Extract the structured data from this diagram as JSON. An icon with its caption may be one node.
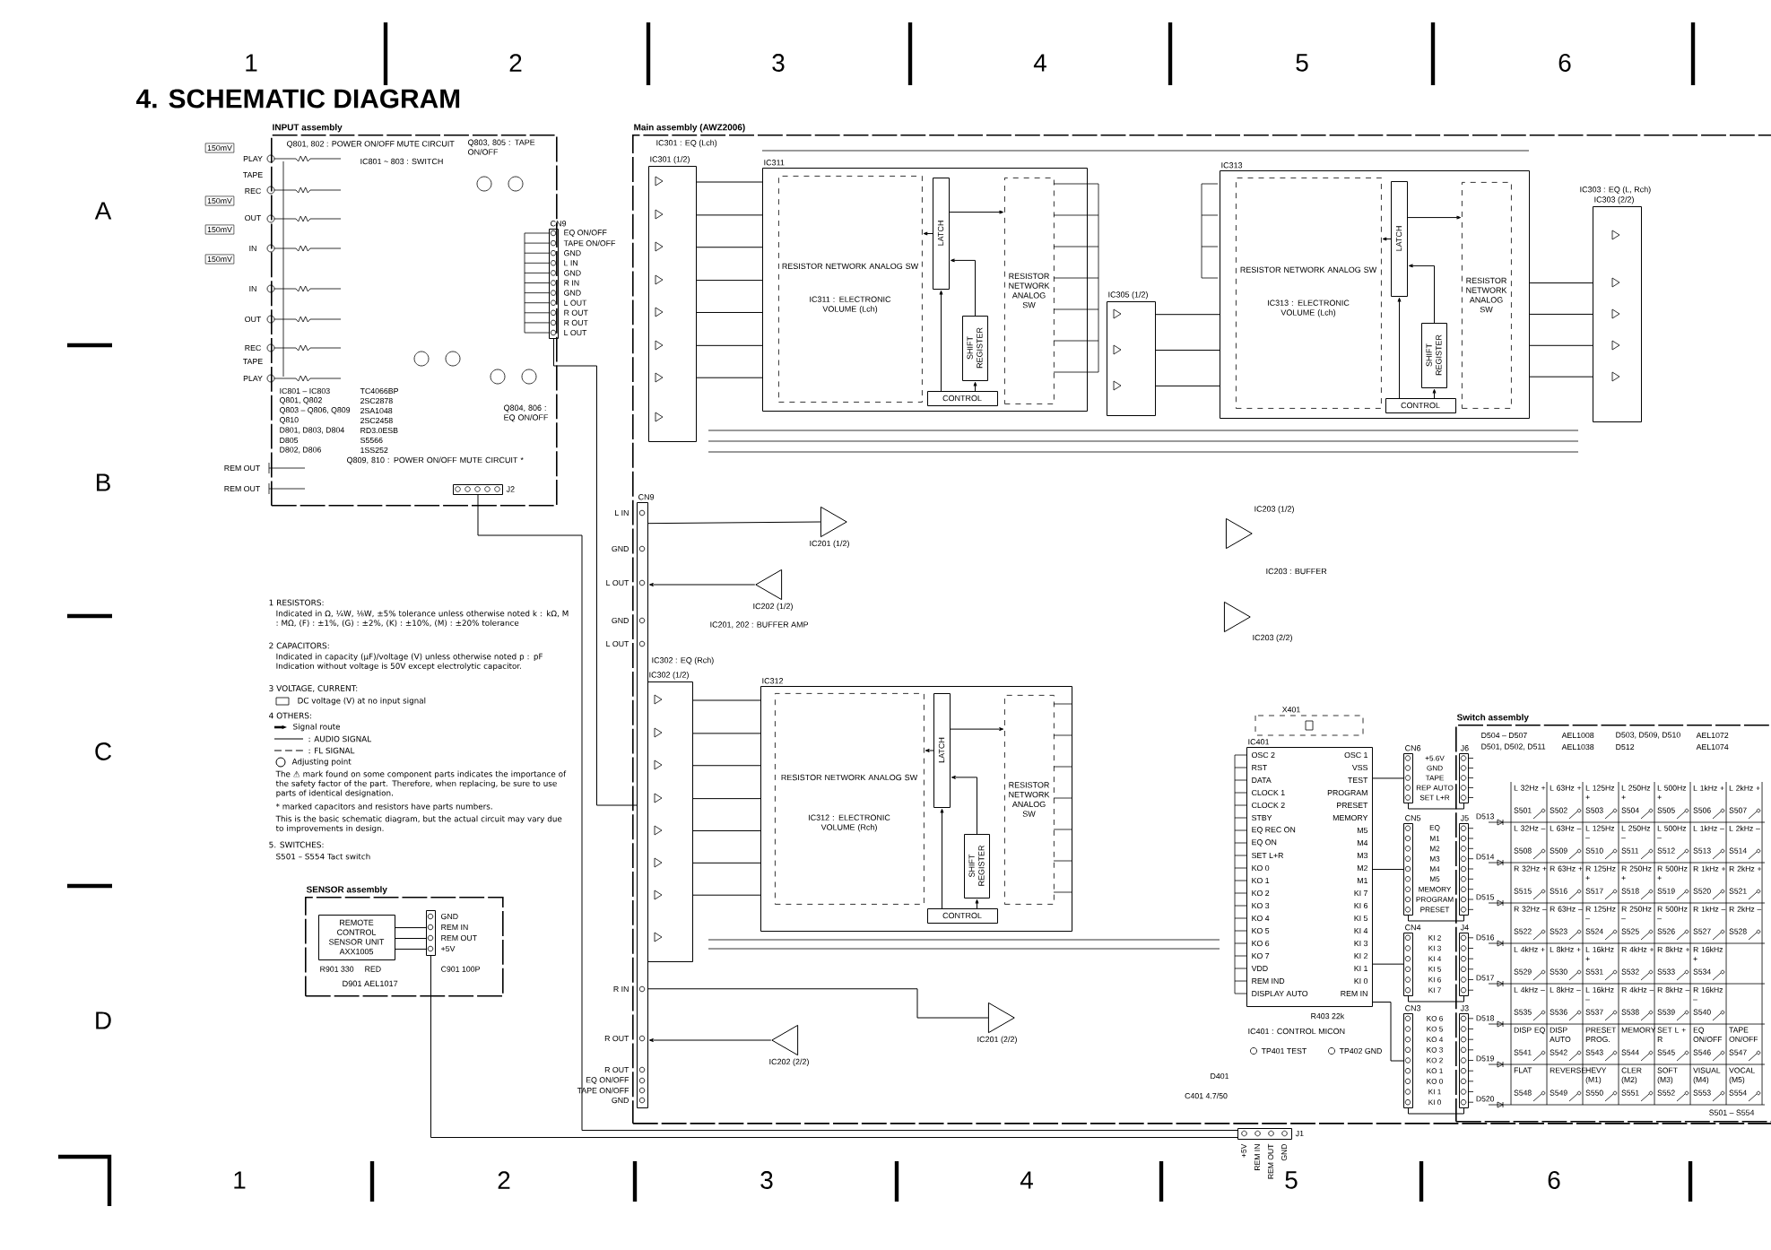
{
  "diagram": {
    "title": "4. SCHEMATIC DIAGRAM",
    "nodes": [
      {
        "text": [
          "INPUT assembly"
        ]
      },
      {
        "text": [
          "CN9"
        ],
        "in": 0
      },
      {
        "text": [
          "J2"
        ],
        "in": 0
      },
      {
        "text": [
          "Main assembly (AWZ2006)"
        ]
      },
      {
        "text": [
          "IC301 (1/2)"
        ],
        "in": 3
      },
      {
        "text": [
          "IC311"
        ],
        "in": 3
      },
      {
        "text": [
          "RESISTOR NETWORK ANALOG SW"
        ],
        "in": 5
      },
      {
        "text": [
          "LATCH"
        ],
        "in": 5
      },
      {
        "text": [
          "SHIFT REGISTER"
        ],
        "in": 5
      },
      {
        "text": [
          "CONTROL"
        ],
        "in": 5
      },
      {
        "text": [
          "RESISTOR NETWORK ANALOG SW"
        ],
        "in": 5
      },
      {
        "text": [
          "IC305 (1/2)"
        ],
        "in": 3
      },
      {
        "text": [
          "IC313"
        ],
        "in": 3
      },
      {
        "text": [
          "RESISTOR NETWORK ANALOG SW"
        ],
        "in": 12
      },
      {
        "text": [
          "LATCH"
        ],
        "in": 12
      },
      {
        "text": [
          "SHIFT REGISTER"
        ],
        "in": 12
      },
      {
        "text": [
          "CONTROL"
        ],
        "in": 12
      },
      {
        "text": [
          "RESISTOR NETWORK ANALOG SW"
        ],
        "in": 12
      },
      {
        "text": [
          "IC303 (2/2)"
        ],
        "in": 3
      },
      {
        "text": [
          "IC302 (1/2)"
        ],
        "in": 3
      },
      {
        "text": [
          "IC312"
        ],
        "in": 3
      },
      {
        "text": [
          "RESISTOR NETWORK ANALOG SW"
        ],
        "in": 20
      },
      {
        "text": [
          "LATCH"
        ],
        "in": 20
      },
      {
        "text": [
          "SHIFT REGISTER"
        ],
        "in": 20
      },
      {
        "text": [
          "CONTROL"
        ],
        "in": 20
      },
      {
        "text": [
          "RESISTOR NETWORK ANALOG SW"
        ],
        "in": 20
      },
      {
        "text": [
          "CN9"
        ],
        "in": 3
      },
      {
        "text": [],
        "shape": "triangle",
        "beside": [
          "IC201 (1/2)"
        ],
        "in": 3
      },
      {
        "text": [],
        "shape": "triangle",
        "beside": [
          "IC202 (1/2)"
        ],
        "in": 3
      },
      {
        "text": [],
        "shape": "triangle",
        "beside": [
          "IC203 (1/2)"
        ],
        "in": 3
      },
      {
        "text": [],
        "shape": "triangle",
        "beside": [
          "IC203 (2/2)"
        ],
        "in": 3
      },
      {
        "text": [],
        "shape": "triangle",
        "beside": [
          "IC201 (2/2)"
        ],
        "in": 3
      },
      {
        "text": [],
        "shape": "triangle",
        "beside": [
          "IC202 (2/2)"
        ],
        "in": 3
      },
      {
        "text": [
          "IC401"
        ],
        "in": 3
      },
      {
        "text": [
          "J1"
        ]
      },
      {
        "text": [
          "SENSOR assembly"
        ]
      },
      {
        "text": [
          "REMOTE CONTROL SENSOR UNIT AXX1005"
        ],
        "in": 35
      },
      {
        "text": [],
        "shape": "box",
        "in": 35
      },
      {
        "text": [
          "Switch assembly"
        ],
        "in": 3
      },
      {
        "text": [
          "CN6"
        ],
        "in": 3
      },
      {
        "text": [
          "J6"
        ],
        "in": 38
      },
      {
        "text": [
          "CN5"
        ],
        "in": 3
      },
      {
        "text": [
          "J5"
        ],
        "in": 38
      },
      {
        "text": [
          "CN4"
        ],
        "in": 3
      },
      {
        "text": [
          "J4"
        ],
        "in": 38
      },
      {
        "text": [
          "CN3"
        ],
        "in": 3
      },
      {
        "text": [
          "J3"
        ],
        "in": 38
      }
    ],
    "edges": [
      {
        "from": 9,
        "to": 7,
        "arrow": "to"
      },
      {
        "from": 9,
        "to": 8,
        "arrow": "to"
      },
      {
        "from": 8,
        "to": 7,
        "arrow": "to"
      },
      {
        "from": 7,
        "to": 6,
        "arrow": "to"
      },
      {
        "from": 7,
        "to": 10,
        "arrow": "to"
      },
      {
        "from": 16,
        "to": 14,
        "arrow": "to"
      },
      {
        "from": 16,
        "to": 15,
        "arrow": "to"
      },
      {
        "from": 15,
        "to": 14,
        "arrow": "to"
      },
      {
        "from": 14,
        "to": 13,
        "arrow": "to"
      },
      {
        "from": 14,
        "to": 17,
        "arrow": "to"
      },
      {
        "from": 24,
        "to": 22,
        "arrow": "to"
      },
      {
        "from": 24,
        "to": 23,
        "arrow": "to"
      },
      {
        "from": 23,
        "to": 22,
        "arrow": "to"
      },
      {
        "from": 22,
        "to": 21,
        "arrow": "to"
      },
      {
        "from": 22,
        "to": 25,
        "arrow": "to"
      },
      {
        "from": 1,
        "to": 26,
        "arrow": "none"
      },
      {
        "from": 37,
        "to": 34,
        "arrow": "none"
      },
      {
        "from": 2,
        "to": 34,
        "arrow": "none"
      },
      {
        "from": 39,
        "to": 40,
        "arrow": "none"
      },
      {
        "from": 41,
        "to": 42,
        "arrow": "none"
      },
      {
        "from": 43,
        "to": 44,
        "arrow": "none"
      },
      {
        "from": 45,
        "to": 46,
        "arrow": "none"
      },
      {
        "from": 33,
        "to": 45,
        "arrow": "none"
      },
      {
        "from": 33,
        "to": 43,
        "arrow": "none"
      },
      {
        "from": 33,
        "to": 41,
        "arrow": "none"
      },
      {
        "from": 33,
        "to": 39,
        "arrow": "none"
      },
      {
        "from": 26,
        "to": 27,
        "arrow": "none"
      },
      {
        "from": 28,
        "to": 26,
        "arrow": "to"
      },
      {
        "from": 26,
        "to": 31,
        "arrow": "none"
      },
      {
        "from": 32,
        "to": 26,
        "arrow": "to"
      },
      {
        "from": 4,
        "to": 5,
        "arrow": "none"
      },
      {
        "from": 4,
        "to": 5,
        "arrow": "none"
      },
      {
        "from": 4,
        "to": 5,
        "arrow": "none"
      },
      {
        "from": 4,
        "to": 5,
        "arrow": "none"
      },
      {
        "from": 4,
        "to": 5,
        "arrow": "none"
      },
      {
        "from": 4,
        "to": 5,
        "arrow": "none"
      },
      {
        "from": 4,
        "to": 5,
        "arrow": "none"
      },
      {
        "from": 19,
        "to": 20,
        "arrow": "none"
      },
      {
        "from": 19,
        "to": 20,
        "arrow": "none"
      },
      {
        "from": 19,
        "to": 20,
        "arrow": "none"
      },
      {
        "from": 19,
        "to": 20,
        "arrow": "none"
      },
      {
        "from": 19,
        "to": 20,
        "arrow": "none"
      },
      {
        "from": 19,
        "to": 20,
        "arrow": "none"
      },
      {
        "from": 19,
        "to": 20,
        "arrow": "none"
      },
      {
        "from": 11,
        "to": 12,
        "arrow": "none"
      },
      {
        "from": 11,
        "to": 12,
        "arrow": "none"
      },
      {
        "from": 11,
        "to": 12,
        "arrow": "none"
      },
      {
        "from": 12,
        "to": 18,
        "arrow": "none"
      },
      {
        "from": 12,
        "to": 18,
        "arrow": "none"
      },
      {
        "from": 12,
        "to": 18,
        "arrow": "none"
      },
      {
        "from": 12,
        "to": 18,
        "arrow": "none"
      },
      {
        "from": 36,
        "to": 37,
        "arrow": "none"
      },
      {
        "from": 36,
        "to": 37,
        "arrow": "none"
      },
      {
        "from": 36,
        "to": 37,
        "arrow": "none"
      }
    ],
    "labels": [
      "1",
      "2",
      "3",
      "4",
      "5",
      "6",
      "1",
      "2",
      "3",
      "4",
      "5",
      "6",
      "A",
      "B",
      "C",
      "D",
      "150mV",
      "PLAY",
      "TAPE",
      "REC",
      "150mV",
      "OUT",
      "150mV",
      "IN",
      "150mV",
      "IN",
      "OUT",
      "REC",
      "TAPE",
      "PLAY",
      "REM OUT",
      "REM OUT",
      "Q801, 802 : POWER ON/OFF MUTE CIRCUIT",
      "Q803, 805 : TAPE ON/OFF",
      "IC801 ~ 803 : SWITCH",
      "Q804, 806 : EQ ON/OFF",
      "Q809, 810 : POWER ON/OFF MUTE CIRCUIT *",
      "IC801 – IC803",
      "TC4066BP",
      "Q801, Q802",
      "2SC2878",
      "Q803 – Q806, Q809",
      "2SA1048",
      "Q810",
      "2SC2458",
      "D801, D803, D804",
      "RD3.0ESB",
      "D805",
      "S5566",
      "D802, D806",
      "1SS252",
      "EQ ON/OFF",
      "TAPE ON/OFF",
      "GND",
      "L IN",
      "GND",
      "R IN",
      "GND",
      "L OUT",
      "R OUT",
      "R OUT",
      "L OUT",
      "1 RESISTORS:",
      "Indicated in Ω, ¼W, ⅛W, ±5% tolerance unless otherwise noted k : kΩ, M : MΩ, (F) : ±1%, (G) : ±2%, (K) : ±10%, (M) : ±20% tolerance",
      "2 CAPACITORS:",
      "Indicated in capacity (μF)/voltage (V) unless otherwise noted p : pF Indication without voltage is 50V except electrolytic capacitor.",
      "3 VOLTAGE, CURRENT:",
      "4 OTHERS:",
      "The ⚠ mark found on some component parts indicates the importance of the safety factor of the part. Therefore, when replacing, be sure to use parts of identical designation.",
      "* marked capacitors and resistors have parts numbers.",
      "This is the basic schematic diagram, but the actual circuit may vary due to improvements in design.",
      "5. SWITCHES:",
      "S501 – S554 Tact switch",
      "IC301 : EQ (Lch)",
      "IC311 : ELECTRONIC VOLUME (Lch)",
      "IC201, 202 : BUFFER AMP",
      "IC313 : ELECTRONIC VOLUME (Lch)",
      "IC303 : EQ (L, Rch)",
      "IC203 : BUFFER",
      "IC302 : EQ (Rch)",
      "IC312 : ELECTRONIC VOLUME (Rch)",
      "IC401 : CONTROL MICON",
      "L IN",
      "GND",
      "L OUT",
      "GND",
      "L OUT",
      "R IN",
      "R OUT",
      "R OUT",
      "EQ ON/OFF",
      "TAPE ON/OFF",
      "GND",
      "OSC 2",
      "RST",
      "DATA",
      "CLOCK 1",
      "CLOCK 2",
      "STBY",
      "EQ REC ON",
      "EQ ON",
      "SET L+R",
      "KO 0",
      "KO 1",
      "KO 2",
      "KO 3",
      "KO 4",
      "KO 5",
      "KO 6",
      "KO 7",
      "VDD",
      "REM IND",
      "DISPLAY AUTO",
      "OSC 1",
      "VSS",
      "TEST",
      "PROGRAM",
      "PRESET",
      "MEMORY",
      "M5",
      "M4",
      "M3",
      "M2",
      "M1",
      "KI 7",
      "KI 6",
      "KI 5",
      "KI 4",
      "KI 3",
      "KI 2",
      "KI 1",
      "KI 0",
      "REM IN",
      "X401",
      "TP401 TEST",
      "TP402 GND",
      "R403 22k",
      "+5.6V",
      "GND",
      "TAPE",
      "REP AUTO",
      "SET L+R",
      "EQ",
      "M1",
      "M2",
      "M3",
      "M4",
      "M5",
      "MEMORY",
      "PROGRAM",
      "PRESET",
      "KI 2",
      "KI 3",
      "KI 4",
      "KI 5",
      "KI 6",
      "KI 7",
      "KO 6",
      "KO 5",
      "KO 4",
      "KO 3",
      "KO 2",
      "KO 1",
      "KO 0",
      "KI 1",
      "KI 0",
      "D504 – D507",
      "AEL1008",
      "D503, D509, D510",
      "AEL1072",
      "D501, D502, D511",
      "AEL1038",
      "D512",
      "AEL1074",
      "D513",
      "D514",
      "D515",
      "D516",
      "D517",
      "D518",
      "D519",
      "D520",
      "L 32Hz +",
      "S501",
      "L 63Hz +",
      "S502",
      "L 125Hz +",
      "S503",
      "L 250Hz +",
      "S504",
      "L 500Hz +",
      "S505",
      "L 1kHz +",
      "S506",
      "L 2kHz +",
      "S507",
      "L 32Hz –",
      "S508",
      "L 63Hz –",
      "S509",
      "L 125Hz –",
      "S510",
      "L 250Hz –",
      "S511",
      "L 500Hz –",
      "S512",
      "L 1kHz –",
      "S513",
      "L 2kHz –",
      "S514",
      "R 32Hz +",
      "S515",
      "R 63Hz +",
      "S516",
      "R 125Hz +",
      "S517",
      "R 250Hz +",
      "S518",
      "R 500Hz +",
      "S519",
      "R 1kHz +",
      "S520",
      "R 2kHz +",
      "S521",
      "R 32Hz –",
      "S522",
      "R 63Hz –",
      "S523",
      "R 125Hz –",
      "S524",
      "R 250Hz –",
      "S525",
      "R 500Hz –",
      "S526",
      "R 1kHz –",
      "S527",
      "R 2kHz –",
      "S528",
      "L 4kHz +",
      "S529",
      "L 8kHz +",
      "S530",
      "L 16kHz +",
      "S531",
      "R 4kHz +",
      "S532",
      "R 8kHz +",
      "S533",
      "R 16kHz +",
      "S534",
      "L 4kHz –",
      "S535",
      "L 8kHz –",
      "S536",
      "L 16kHz –",
      "S537",
      "R 4kHz –",
      "S538",
      "R 8kHz –",
      "S539",
      "R 16kHz –",
      "S540",
      "DISP EQ",
      "S541",
      "DISP AUTO",
      "S542",
      "PRESET PROG.",
      "S543",
      "MEMORY",
      "S544",
      "SET L + R",
      "S545",
      "EQ ON/OFF",
      "S546",
      "TAPE ON/OFF",
      "S547",
      "FLAT",
      "S548",
      "REVERSE",
      "S549",
      "HEVY (M1)",
      "S550",
      "CLER (M2)",
      "S551",
      "SOFT (M3)",
      "S552",
      "VISUAL (M4)",
      "S553",
      "VOCAL (M5)",
      "S554",
      "S501 – S554",
      "GND",
      "REM IN",
      "REM OUT",
      "+5V",
      "R901 330",
      "RED",
      "C901 100P",
      "D901 AEL1017",
      "+5V",
      "REM IN",
      "REM OUT",
      "GND",
      "D401",
      "C401 4.7/50"
    ],
    "legend": [
      {
        "text": "DC voltage (V) at no input signal"
      },
      {
        "text": "Signal route"
      },
      {
        "text": ": AUDIO SIGNAL"
      },
      {
        "text": ": FL SIGNAL"
      },
      {
        "text": "Adjusting point"
      }
    ]
  }
}
